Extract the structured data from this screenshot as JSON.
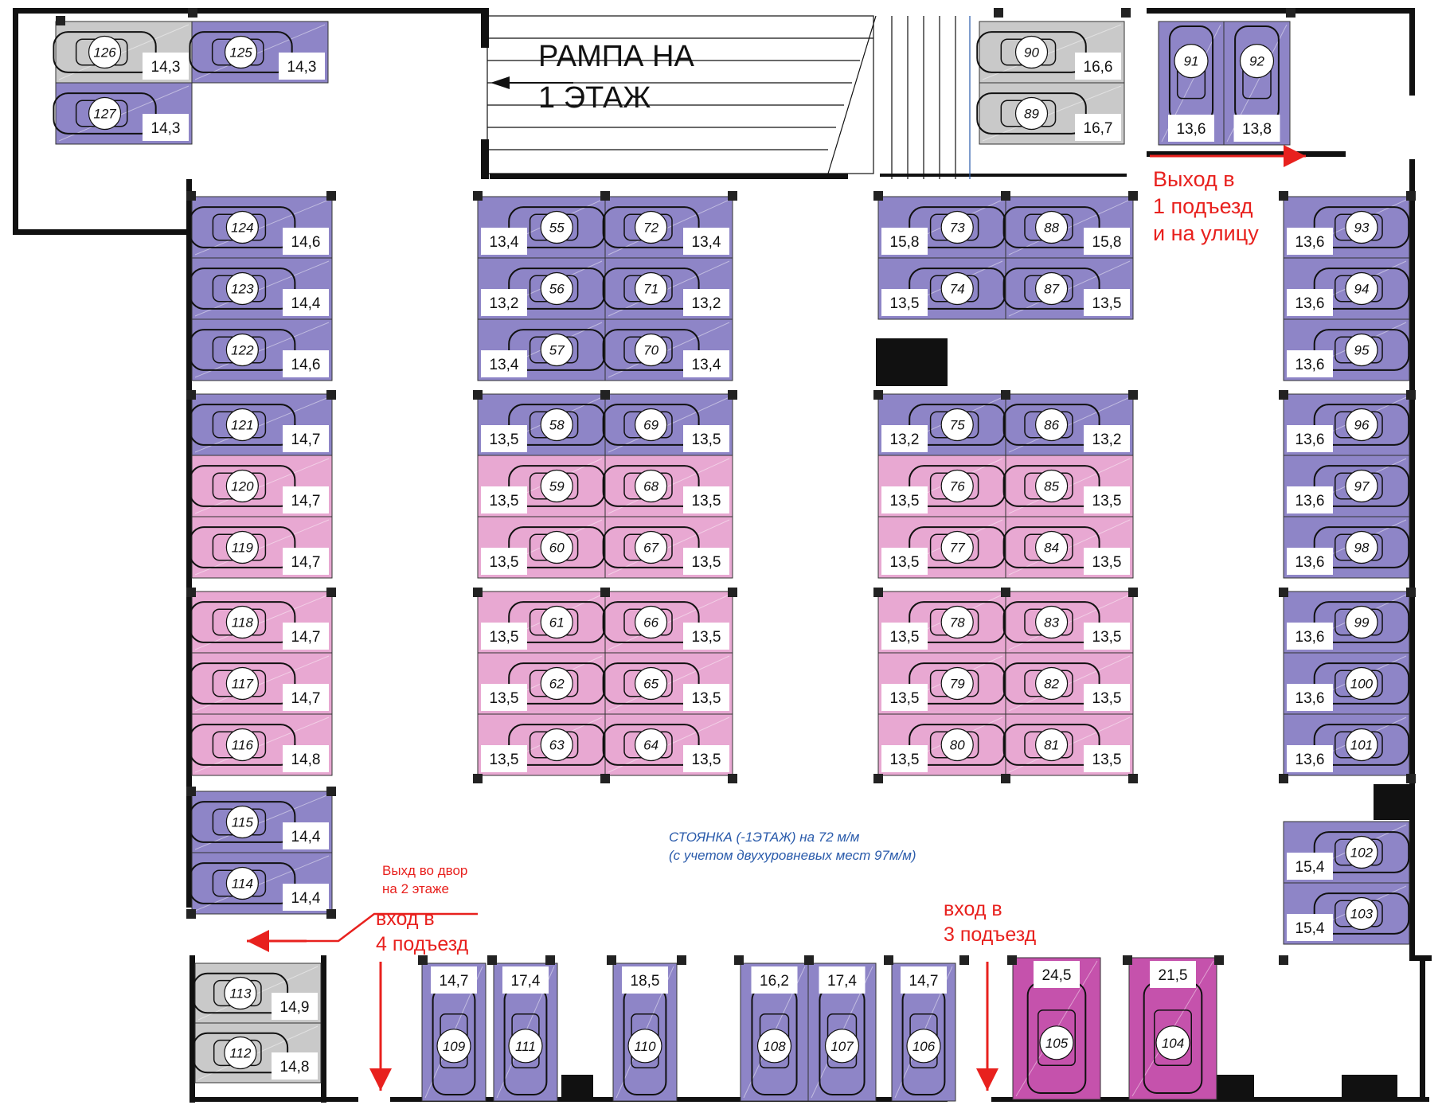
{
  "colors": {
    "standard": "#8e85c7",
    "two_level": "#e8a8d2",
    "large": "#c552ac",
    "grey": "#c9c9c9",
    "wall": "#111111",
    "exit_red": "#e8211e",
    "note_blue": "#2a5bab"
  },
  "ramp": {
    "line1": "РАМПА НА",
    "line2": "1 ЭТАЖ"
  },
  "exits": {
    "podezd1": {
      "l1": "Выход в",
      "l2": "1 подъезд",
      "l3": "и на улицу"
    },
    "dvor": {
      "l1": "Выхд во двор",
      "l2": "на 2 этаже"
    },
    "podezd4": {
      "l1": "вход в",
      "l2": "4 подъезд"
    },
    "podezd3": {
      "l1": "вход в",
      "l2": "3 подъезд"
    }
  },
  "note": {
    "line1": "СТОЯНКА (-1ЭТАЖ) на 72 м/м",
    "line2": "(с учетом двухуровневых мест 97м/м)"
  },
  "spots": [
    {
      "n": "126",
      "area": "14,3",
      "t": "grey"
    },
    {
      "n": "125",
      "area": "14,3",
      "t": "standard"
    },
    {
      "n": "127",
      "area": "14,3",
      "t": "standard"
    },
    {
      "n": "124",
      "area": "14,6",
      "t": "standard"
    },
    {
      "n": "123",
      "area": "14,4",
      "t": "standard"
    },
    {
      "n": "122",
      "area": "14,6",
      "t": "standard"
    },
    {
      "n": "121",
      "area": "14,7",
      "t": "standard"
    },
    {
      "n": "120",
      "area": "14,7",
      "t": "two_level"
    },
    {
      "n": "119",
      "area": "14,7",
      "t": "two_level"
    },
    {
      "n": "118",
      "area": "14,7",
      "t": "two_level"
    },
    {
      "n": "117",
      "area": "14,7",
      "t": "two_level"
    },
    {
      "n": "116",
      "area": "14,8",
      "t": "two_level"
    },
    {
      "n": "115",
      "area": "14,4",
      "t": "standard"
    },
    {
      "n": "114",
      "area": "14,4",
      "t": "standard"
    },
    {
      "n": "113",
      "area": "14,9",
      "t": "grey"
    },
    {
      "n": "112",
      "area": "14,8",
      "t": "grey"
    },
    {
      "n": "55",
      "area": "13,4",
      "t": "standard"
    },
    {
      "n": "56",
      "area": "13,2",
      "t": "standard"
    },
    {
      "n": "57",
      "area": "13,4",
      "t": "standard"
    },
    {
      "n": "58",
      "area": "13,5",
      "t": "standard"
    },
    {
      "n": "59",
      "area": "13,5",
      "t": "two_level"
    },
    {
      "n": "60",
      "area": "13,5",
      "t": "two_level"
    },
    {
      "n": "61",
      "area": "13,5",
      "t": "two_level"
    },
    {
      "n": "62",
      "area": "13,5",
      "t": "two_level"
    },
    {
      "n": "63",
      "area": "13,5",
      "t": "two_level"
    },
    {
      "n": "72",
      "area": "13,4",
      "t": "standard"
    },
    {
      "n": "71",
      "area": "13,2",
      "t": "standard"
    },
    {
      "n": "70",
      "area": "13,4",
      "t": "standard"
    },
    {
      "n": "69",
      "area": "13,5",
      "t": "standard"
    },
    {
      "n": "68",
      "area": "13,5",
      "t": "two_level"
    },
    {
      "n": "67",
      "area": "13,5",
      "t": "two_level"
    },
    {
      "n": "66",
      "area": "13,5",
      "t": "two_level"
    },
    {
      "n": "65",
      "area": "13,5",
      "t": "two_level"
    },
    {
      "n": "64",
      "area": "13,5",
      "t": "two_level"
    },
    {
      "n": "73",
      "area": "15,8",
      "t": "standard"
    },
    {
      "n": "74",
      "area": "13,5",
      "t": "standard"
    },
    {
      "n": "75",
      "area": "13,2",
      "t": "standard"
    },
    {
      "n": "76",
      "area": "13,5",
      "t": "two_level"
    },
    {
      "n": "77",
      "area": "13,5",
      "t": "two_level"
    },
    {
      "n": "78",
      "area": "13,5",
      "t": "two_level"
    },
    {
      "n": "79",
      "area": "13,5",
      "t": "two_level"
    },
    {
      "n": "80",
      "area": "13,5",
      "t": "two_level"
    },
    {
      "n": "88",
      "area": "15,8",
      "t": "standard"
    },
    {
      "n": "87",
      "area": "13,5",
      "t": "standard"
    },
    {
      "n": "86",
      "area": "13,2",
      "t": "standard"
    },
    {
      "n": "85",
      "area": "13,5",
      "t": "two_level"
    },
    {
      "n": "84",
      "area": "13,5",
      "t": "two_level"
    },
    {
      "n": "83",
      "area": "13,5",
      "t": "two_level"
    },
    {
      "n": "82",
      "area": "13,5",
      "t": "two_level"
    },
    {
      "n": "81",
      "area": "13,5",
      "t": "two_level"
    },
    {
      "n": "90",
      "area": "16,6",
      "t": "grey"
    },
    {
      "n": "89",
      "area": "16,7",
      "t": "grey"
    },
    {
      "n": "91",
      "area": "13,6",
      "t": "standard"
    },
    {
      "n": "92",
      "area": "13,8",
      "t": "standard"
    },
    {
      "n": "93",
      "area": "13,6",
      "t": "standard"
    },
    {
      "n": "94",
      "area": "13,6",
      "t": "standard"
    },
    {
      "n": "95",
      "area": "13,6",
      "t": "standard"
    },
    {
      "n": "96",
      "area": "13,6",
      "t": "standard"
    },
    {
      "n": "97",
      "area": "13,6",
      "t": "standard"
    },
    {
      "n": "98",
      "area": "13,6",
      "t": "standard"
    },
    {
      "n": "99",
      "area": "13,6",
      "t": "standard"
    },
    {
      "n": "100",
      "area": "13,6",
      "t": "standard"
    },
    {
      "n": "101",
      "area": "13,6",
      "t": "standard"
    },
    {
      "n": "102",
      "area": "15,4",
      "t": "standard"
    },
    {
      "n": "103",
      "area": "15,4",
      "t": "standard"
    },
    {
      "n": "109",
      "area": "14,7",
      "t": "standard"
    },
    {
      "n": "111",
      "area": "17,4",
      "t": "standard"
    },
    {
      "n": "110",
      "area": "18,5",
      "t": "standard"
    },
    {
      "n": "108",
      "area": "16,2",
      "t": "standard"
    },
    {
      "n": "107",
      "area": "17,4",
      "t": "standard"
    },
    {
      "n": "106",
      "area": "14,7",
      "t": "standard"
    },
    {
      "n": "105",
      "area": "24,5",
      "t": "large"
    },
    {
      "n": "104",
      "area": "21,5",
      "t": "large"
    }
  ]
}
